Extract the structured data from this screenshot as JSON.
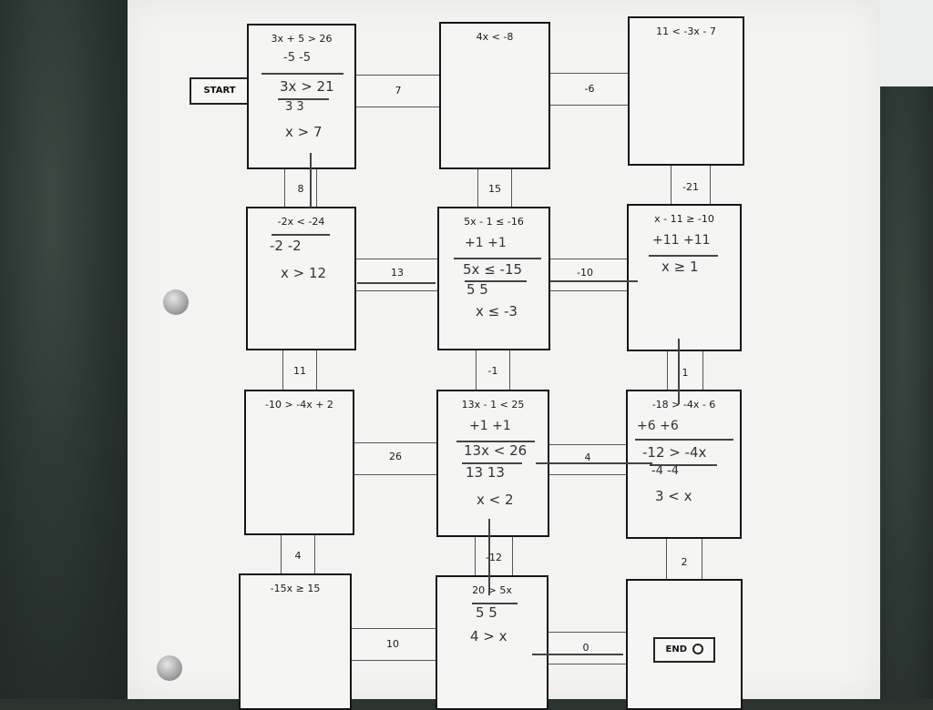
{
  "worksheet": {
    "start_label": "START",
    "end_label": "END",
    "boxes": [
      {
        "problem": "3x + 5 > 26",
        "work": [
          "-5  -5",
          "3x > 21",
          "3    3",
          "x > 7"
        ]
      },
      {
        "problem": "4x < -8",
        "work": []
      },
      {
        "problem": "11 < -3x - 7",
        "work": []
      },
      {
        "problem": "-2x < -24",
        "work": [
          "-2  -2",
          "x > 12"
        ]
      },
      {
        "problem": "5x - 1 ≤ -16",
        "work": [
          "+1   +1",
          "5x ≤ -15",
          "5     5",
          "x ≤ -3"
        ]
      },
      {
        "problem": "x - 11 ≥ -10",
        "work": [
          "+11  +11",
          "x ≥ 1"
        ]
      },
      {
        "problem": "-10 > -4x + 2",
        "work": []
      },
      {
        "problem": "13x - 1 < 25",
        "work": [
          "+1  +1",
          "13x < 26",
          "13    13",
          "x < 2"
        ]
      },
      {
        "problem": "-18 > -4x - 6",
        "work": [
          "+6      +6",
          "-12 > -4x",
          "-4    -4",
          "3 < x"
        ]
      },
      {
        "problem": "-15x ≥ 15",
        "work": []
      },
      {
        "problem": "20 > 5x",
        "work": [
          "5   5",
          "4 > x"
        ]
      }
    ],
    "connectors_h": [
      "7",
      "-6",
      "13",
      "-10",
      "26",
      "4",
      "10",
      "0"
    ],
    "connectors_v": [
      "8",
      "15",
      "-21",
      "11",
      "-1",
      "1",
      "4",
      "-12",
      "2"
    ]
  }
}
